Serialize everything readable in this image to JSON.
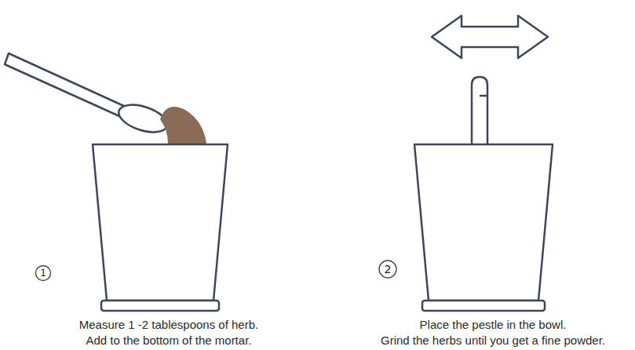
{
  "diagram": {
    "labels": [
      "1",
      "Measure 1 -2 tablespoons of herb.",
      "Add to the bottom of the mortar.",
      "2",
      "Place the pestle in the bowl.",
      "Grind the herbs until you get a fine powder."
    ]
  }
}
